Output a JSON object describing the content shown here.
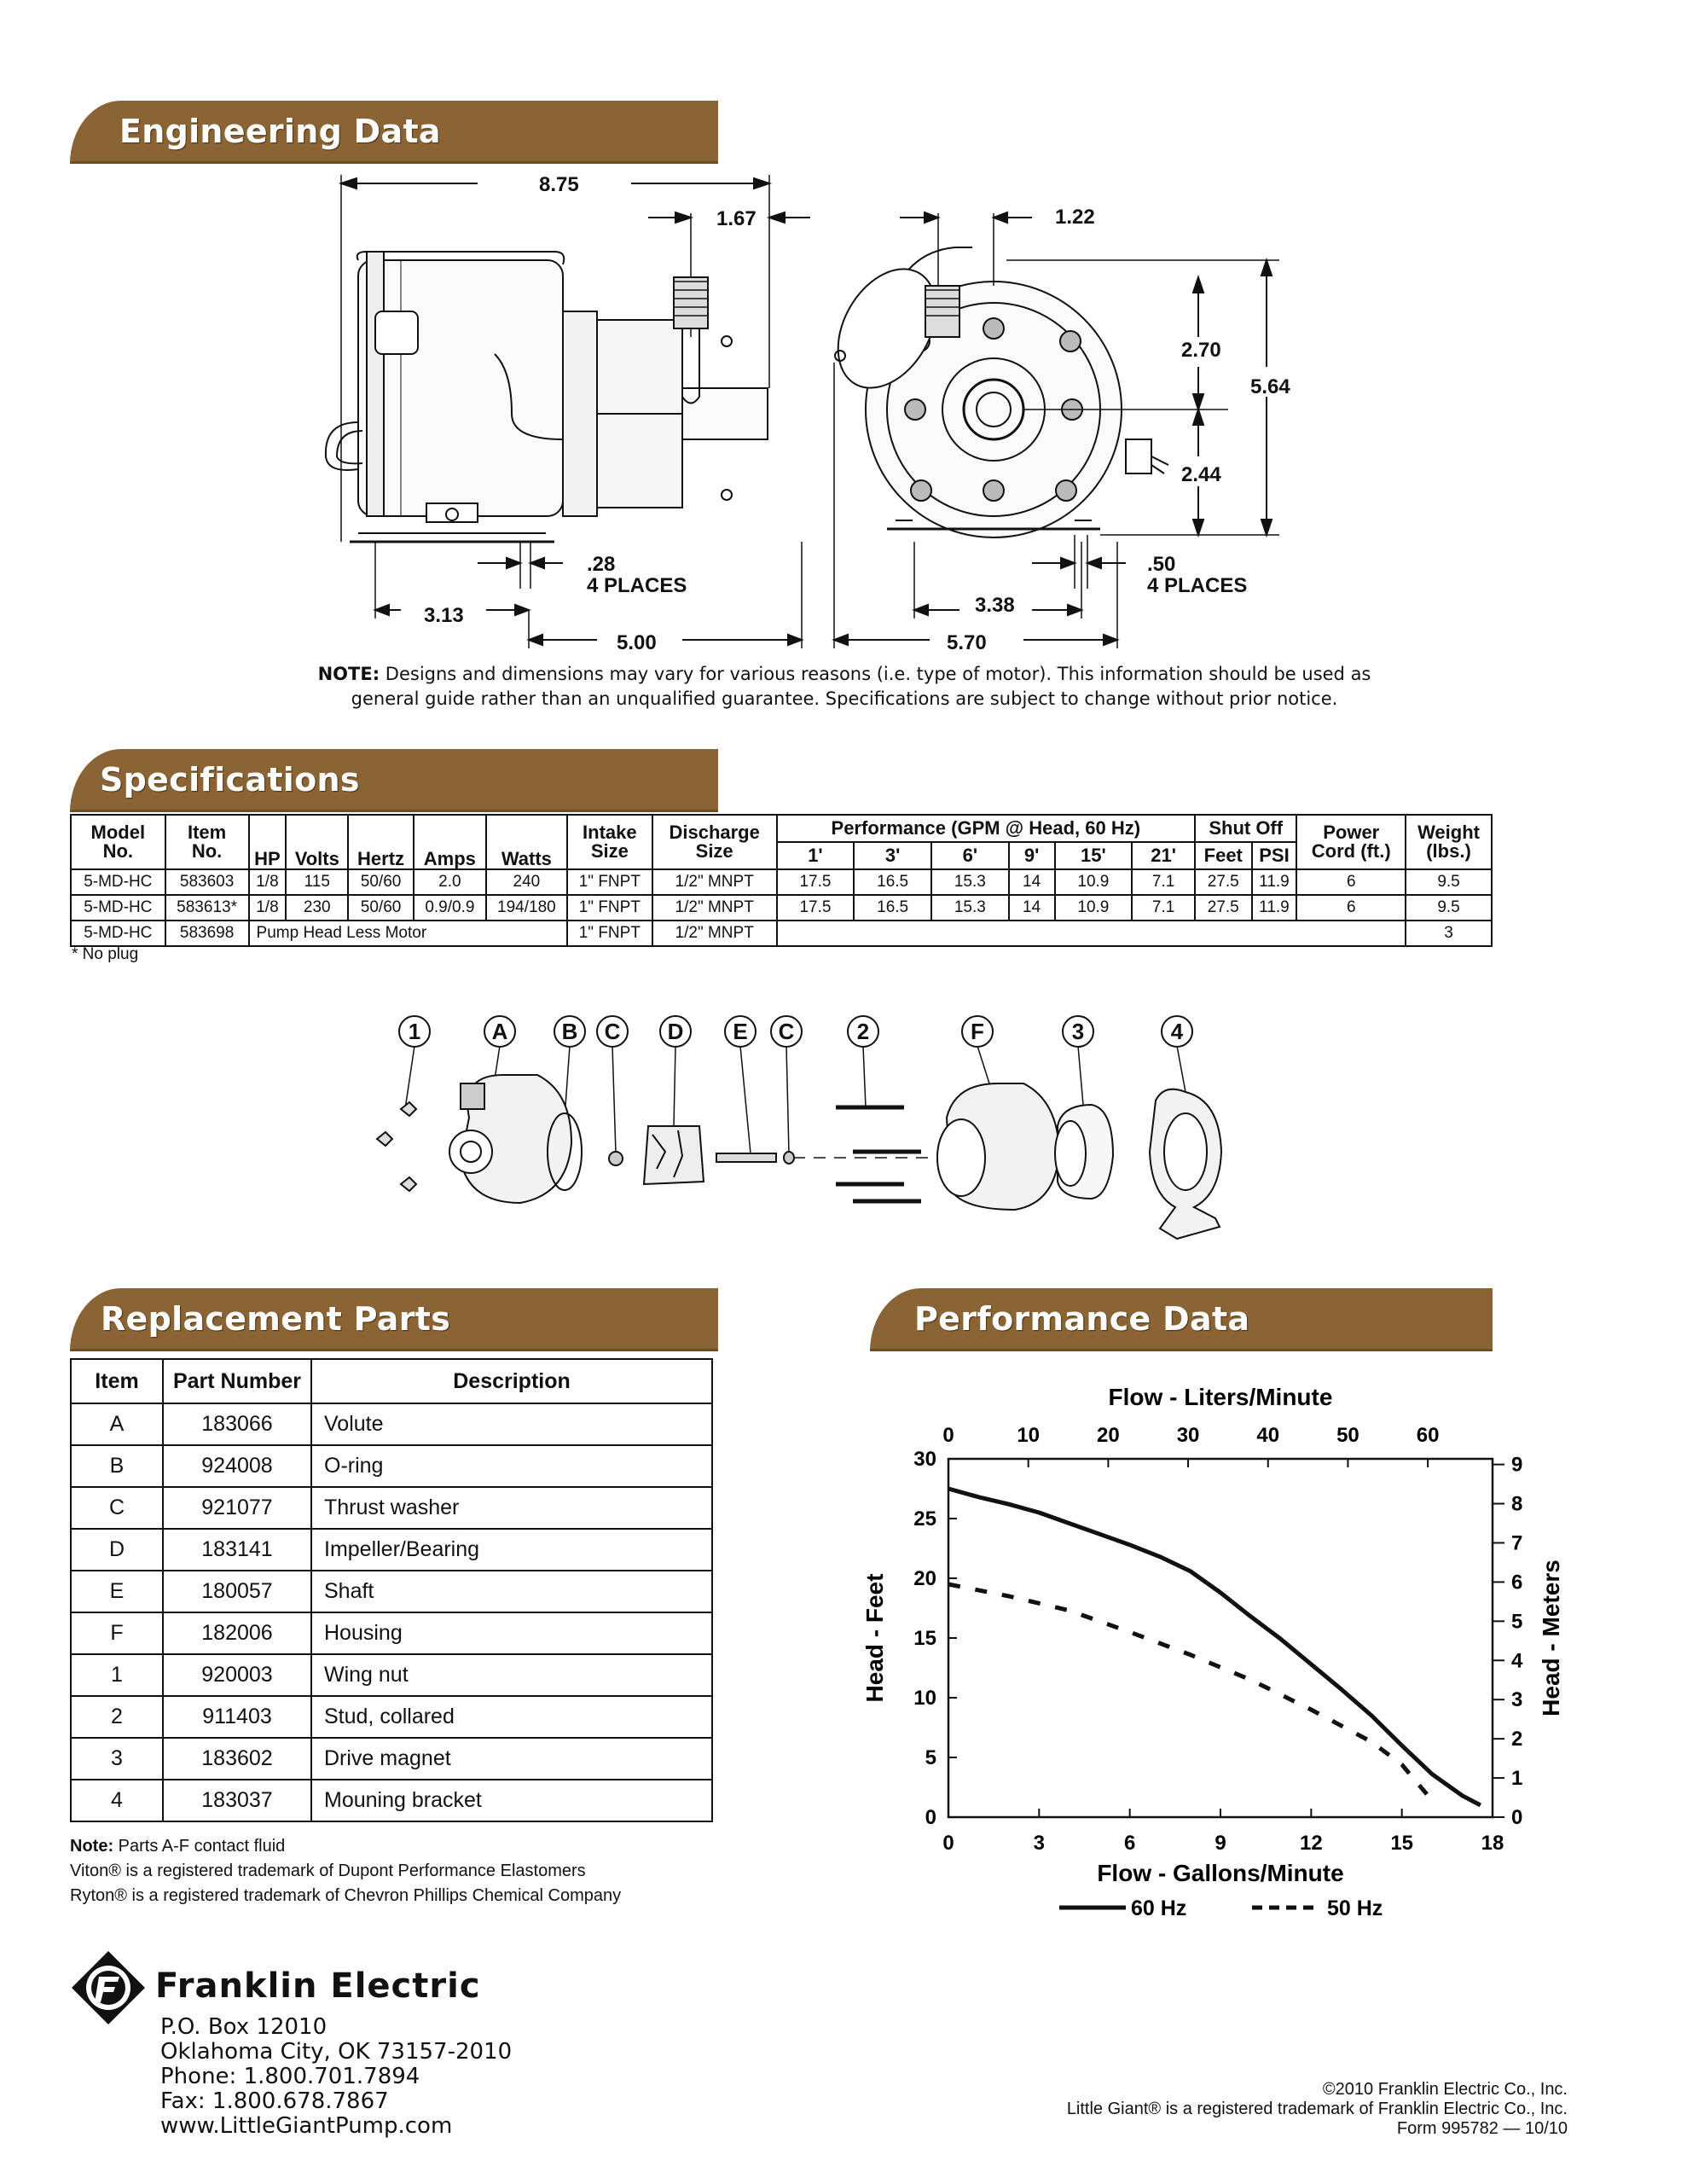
{
  "sections": {
    "engineering": "Engineering Data",
    "specifications": "Specifications",
    "replacement": "Replacement Parts",
    "performance": "Performance Data"
  },
  "dimensions": {
    "d875": "8.75",
    "d167": "1.67",
    "d122": "1.22",
    "d270": "2.70",
    "d564": "5.64",
    "d244": "2.44",
    "d028": ".28",
    "places": "4 PLACES",
    "d050": ".50",
    "d313": "3.13",
    "d500": "5.00",
    "d338": "3.38",
    "d570": "5.70"
  },
  "eng_note": {
    "label": "NOTE:",
    "line1": "Designs and dimensions may vary for various reasons (i.e. type of motor). This information should be used as",
    "line2": "general guide rather than an unqualified guarantee. Specifications are subject to change without prior notice."
  },
  "spec_table": {
    "headers": {
      "model": [
        "Model",
        "No."
      ],
      "item": [
        "Item",
        "No."
      ],
      "hp": "HP",
      "volts": "Volts",
      "hertz": "Hertz",
      "amps": "Amps",
      "watts": "Watts",
      "intake": [
        "Intake",
        "Size"
      ],
      "discharge": [
        "Discharge",
        "Size"
      ],
      "performance": "Performance (GPM @ Head, 60 Hz)",
      "heads": [
        "1'",
        "3'",
        "6'",
        "9'",
        "15'",
        "21'"
      ],
      "shutoff": "Shut Off",
      "feet": "Feet",
      "psi": "PSI",
      "power": [
        "Power",
        "Cord (ft.)"
      ],
      "weight": [
        "Weight",
        "(lbs.)"
      ]
    },
    "rows": [
      [
        "5-MD-HC",
        "583603",
        "1/8",
        "115",
        "50/60",
        "2.0",
        "240",
        "1\" FNPT",
        "1/2\" MNPT",
        "17.5",
        "16.5",
        "15.3",
        "14",
        "10.9",
        "7.1",
        "27.5",
        "11.9",
        "6",
        "9.5"
      ],
      [
        "5-MD-HC",
        "583613*",
        "1/8",
        "230",
        "50/60",
        "0.9/0.9",
        "194/180",
        "1\" FNPT",
        "1/2\" MNPT",
        "17.5",
        "16.5",
        "15.3",
        "14",
        "10.9",
        "7.1",
        "27.5",
        "11.9",
        "6",
        "9.5"
      ]
    ],
    "row3": {
      "model": "5-MD-HC",
      "item": "583698",
      "desc": "Pump Head Less Motor",
      "intake": "1\" FNPT",
      "discharge": "1/2\" MNPT",
      "weight": "3"
    },
    "footnote": "* No plug"
  },
  "exploded_labels": [
    "1",
    "A",
    "B",
    "C",
    "D",
    "E",
    "C",
    "2",
    "F",
    "3",
    "4"
  ],
  "parts_table": {
    "headers": [
      "Item",
      "Part Number",
      "Description"
    ],
    "rows": [
      [
        "A",
        "183066",
        "Volute"
      ],
      [
        "B",
        "924008",
        "O-ring"
      ],
      [
        "C",
        "921077",
        "Thrust washer"
      ],
      [
        "D",
        "183141",
        "Impeller/Bearing"
      ],
      [
        "E",
        "180057",
        "Shaft"
      ],
      [
        "F",
        "182006",
        "Housing"
      ],
      [
        "1",
        "920003",
        "Wing nut"
      ],
      [
        "2",
        "911403",
        "Stud, collared"
      ],
      [
        "3",
        "183602",
        "Drive magnet"
      ],
      [
        "4",
        "183037",
        "Mouning bracket"
      ]
    ]
  },
  "parts_notes": {
    "note_label": "Note:",
    "note_text": "Parts A-F contact fluid",
    "viton": "Viton® is a registered trademark of Dupont Performance Elastomers",
    "ryton": "Ryton® is a registered trademark of Chevron Phillips Chemical Company"
  },
  "chart_data": {
    "type": "line",
    "title": "",
    "xlabel": "Flow - Gallons/Minute",
    "ylabel": "Head - Feet",
    "x2label": "Flow - Liters/Minute",
    "y2label": "Head - Meters",
    "xlim": [
      0,
      18
    ],
    "ylim": [
      0,
      30
    ],
    "x2lim": [
      0,
      68.1
    ],
    "y2lim": [
      0,
      9.144
    ],
    "xticks": [
      "0",
      "3",
      "6",
      "9",
      "12",
      "15",
      "18"
    ],
    "yticks": [
      "0",
      "5",
      "10",
      "15",
      "20",
      "25",
      "30"
    ],
    "x2ticks": [
      "0",
      "10",
      "20",
      "30",
      "40",
      "50",
      "60"
    ],
    "y2ticks": [
      "0",
      "1",
      "2",
      "3",
      "4",
      "5",
      "6",
      "7",
      "8",
      "9"
    ],
    "grid": false,
    "legend": "bottom",
    "series": [
      {
        "name": "60 Hz",
        "style": "solid",
        "x": [
          0,
          1,
          2,
          3,
          4,
          5,
          6,
          7,
          8,
          9,
          10,
          11,
          12,
          13,
          14,
          15,
          16,
          17,
          17.6
        ],
        "y": [
          27.5,
          26.8,
          26.2,
          25.5,
          24.6,
          23.7,
          22.8,
          21.8,
          20.6,
          18.8,
          16.8,
          14.9,
          12.8,
          10.7,
          8.5,
          6.0,
          3.6,
          1.8,
          1.0
        ]
      },
      {
        "name": "50 Hz",
        "style": "dashed",
        "x": [
          0,
          2,
          4,
          6,
          8,
          10,
          12,
          14,
          15,
          15.9
        ],
        "y": [
          19.5,
          18.5,
          17.3,
          15.5,
          13.6,
          11.5,
          9.0,
          6.3,
          4.4,
          1.7
        ]
      }
    ]
  },
  "company": {
    "name": "Franklin Electric",
    "address": [
      "P.O. Box 12010",
      "Oklahoma City, OK 73157-2010",
      "Phone: 1.800.701.7894",
      "Fax: 1.800.678.7867",
      "www.LittleGiantPump.com"
    ]
  },
  "footer": [
    "©2010 Franklin Electric Co., Inc.",
    "Little Giant® is a registered trademark of Franklin Electric Co., Inc.",
    "Form 995782 — 10/10"
  ]
}
